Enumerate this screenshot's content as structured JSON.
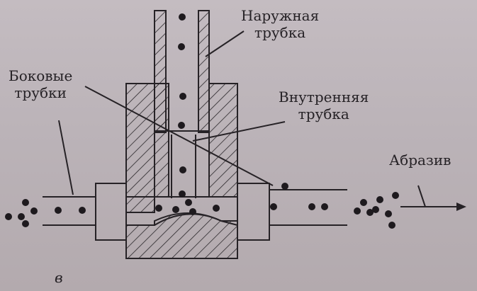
{
  "labels": {
    "outer_tube": [
      "Наружная",
      "трубка"
    ],
    "side_tubes": [
      "Боковые",
      "трубки"
    ],
    "inner_tube": [
      "Внутренняя",
      "трубка"
    ],
    "abrasive": "Абразив",
    "figure_letter": "в"
  },
  "colors": {
    "ink": "#262226",
    "paper": "#bdb5ba"
  }
}
